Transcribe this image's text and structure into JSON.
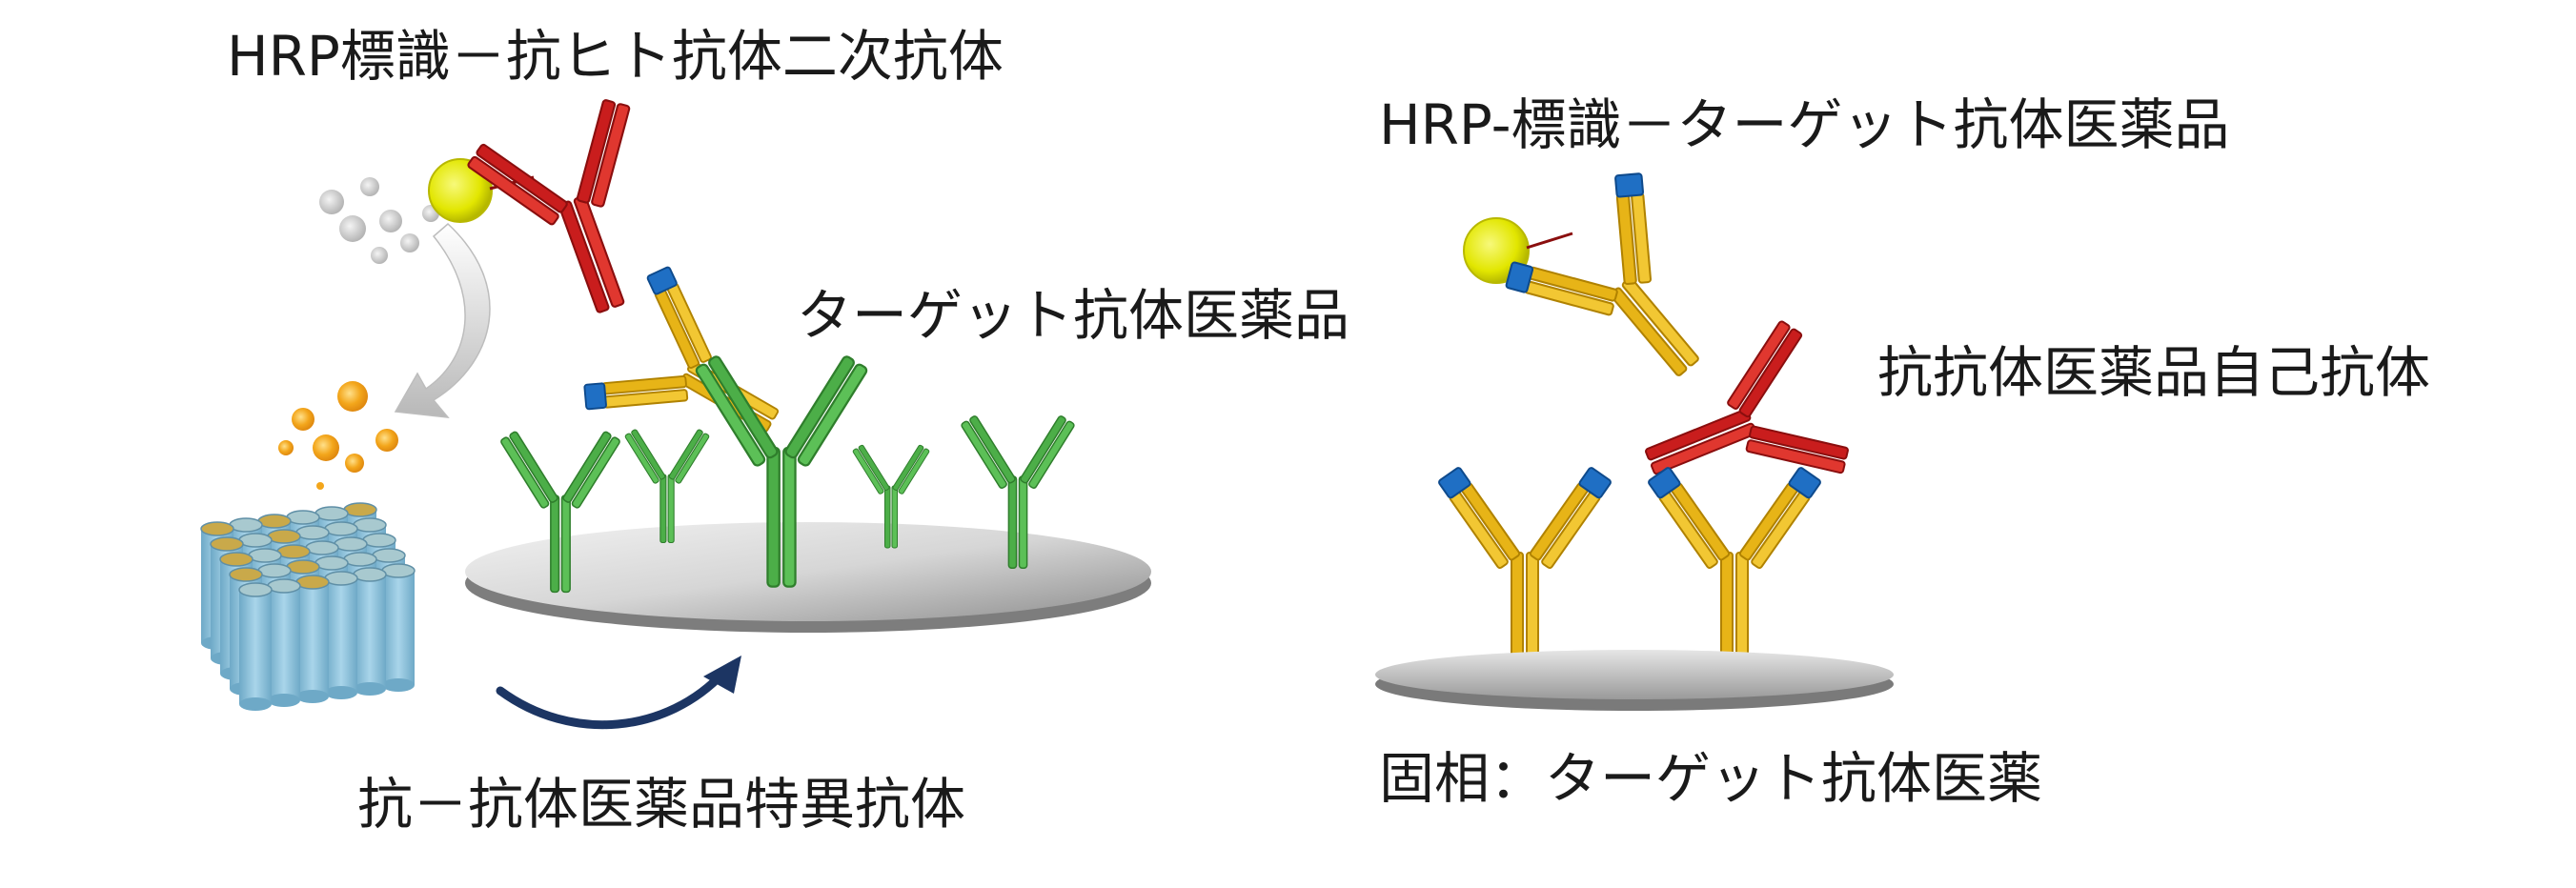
{
  "labels": {
    "left_secondary_antibody": "HRP標識－抗ヒト抗体二次抗体",
    "left_target_drug": "ターゲット抗体医薬品",
    "left_bottom_caption": "抗－抗体医薬品特異抗体",
    "right_hrp_drug": "HRP-標識－ターゲット抗体医薬品",
    "right_anti_drug_autoantibody": "抗抗体医薬品自己抗体",
    "right_solid_phase": "固相：ターゲット抗体医薬"
  },
  "colors": {
    "text": "#1a1a1a",
    "secondary_antibody": "#c91d1d",
    "target_drug_antibody": "#e7b417",
    "target_drug_tip": "#1f6fc4",
    "capture_antibody": "#4cae48",
    "hrp_enzyme": "#e2e600",
    "substrate_grey": "#c8c8c8",
    "product_orange": "#f1a21a",
    "plate_tube": "#8fc3dc",
    "plate_top": "#c9a94a",
    "arrow": "#1c3563",
    "surface": "#d9d9d9"
  }
}
